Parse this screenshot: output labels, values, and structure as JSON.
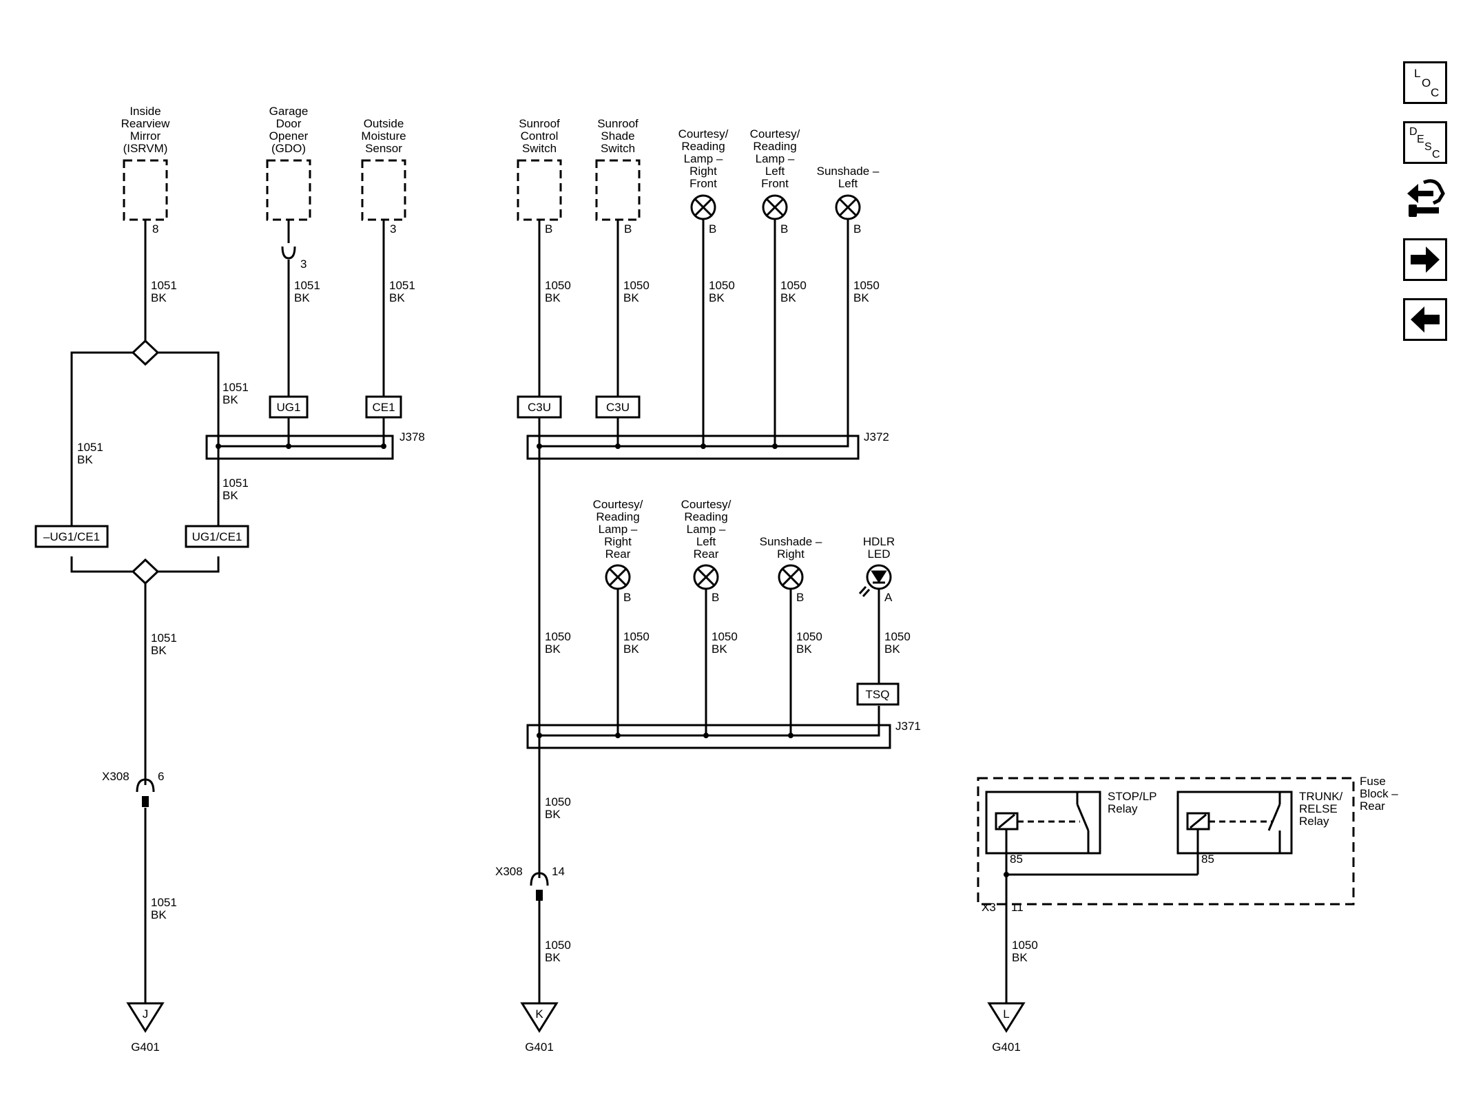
{
  "components": {
    "isrvm": [
      "Inside",
      "Rearview",
      "Mirror",
      "(ISRVM)"
    ],
    "gdo": [
      "Garage",
      "Door",
      "Opener",
      "(GDO)"
    ],
    "moisture": [
      "Outside",
      "Moisture",
      "Sensor"
    ],
    "sunroof_control": [
      "Sunroof",
      "Control",
      "Switch"
    ],
    "sunroof_shade": [
      "Sunroof",
      "Shade",
      "Switch"
    ],
    "lamp_rf": [
      "Courtesy/",
      "Reading",
      "Lamp –",
      "Right",
      "Front"
    ],
    "lamp_lf": [
      "Courtesy/",
      "Reading",
      "Lamp –",
      "Left",
      "Front"
    ],
    "sunshade_left": [
      "Sunshade –",
      "Left"
    ],
    "lamp_rr": [
      "Courtesy/",
      "Reading",
      "Lamp –",
      "Right",
      "Rear"
    ],
    "lamp_lr": [
      "Courtesy/",
      "Reading",
      "Lamp –",
      "Left",
      "Rear"
    ],
    "sunshade_right": [
      "Sunshade –",
      "Right"
    ],
    "hdlr": [
      "HDLR",
      "LED"
    ],
    "fuse_block": [
      "Fuse",
      "Block –",
      "Rear"
    ],
    "stop_relay": [
      "STOP/LP",
      "Relay"
    ],
    "trunk_relay": [
      "TRUNK/",
      "RELSE",
      "Relay"
    ]
  },
  "pins": {
    "isrvm": "8",
    "gdo": "3",
    "moisture": "3",
    "b": "B",
    "a": "A",
    "x308_left": "6",
    "x308_mid": "14",
    "relay85": "85",
    "x3_pin": "11"
  },
  "wires": {
    "w1051": [
      "1051",
      "BK"
    ],
    "w1050": [
      "1050",
      "BK"
    ]
  },
  "options": {
    "ug1": "UG1",
    "ce1": "CE1",
    "c3u": "C3U",
    "tsq": "TSQ",
    "not_ug1_ce1": "–UG1/CE1",
    "ug1_ce1": "UG1/CE1"
  },
  "splices": {
    "j378": "J378",
    "j372": "J372",
    "j371": "J371"
  },
  "connectors": {
    "x308": "X308",
    "x3": "X3"
  },
  "grounds": {
    "j": "J",
    "k": "K",
    "l": "L",
    "g401": "G401"
  },
  "nav": {
    "loc": [
      "L",
      "O",
      "C"
    ],
    "desc": [
      "D",
      "E",
      "S",
      "C"
    ]
  }
}
